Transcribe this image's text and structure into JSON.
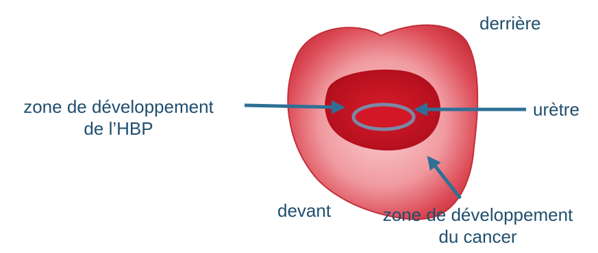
{
  "labels": {
    "back": "derrière",
    "front": "devant",
    "hbp_zone_line1": "zone de développement",
    "hbp_zone_line2": "de l’HBP",
    "urethra": "urètre",
    "cancer_zone_line1": "zone de développement",
    "cancer_zone_line2": "du cancer"
  },
  "colors": {
    "outer": "#d9424b",
    "outer_light": "#f4a3a7",
    "inner": "#b80f1c",
    "urethra_ring": "#7b88a6",
    "urethra_fill": "#d01422",
    "arrow": "#2f6f96",
    "text": "#1f4e6e"
  }
}
